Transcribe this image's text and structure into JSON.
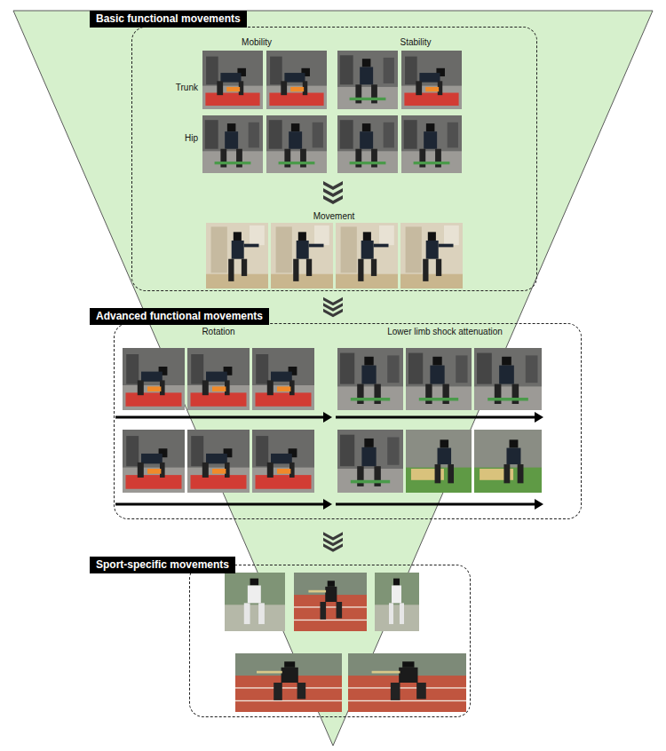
{
  "diagram": {
    "nodes": [
      {
        "text": [
          "Basic functional movements",
          "Mobility",
          "Stability",
          "Trunk",
          "Hip",
          "Movement"
        ]
      },
      {
        "text": [
          "Advanced functional movements",
          "Rotation",
          "Lower limb shock attenuation"
        ]
      },
      {
        "text": [
          "Sport-specific movements"
        ]
      }
    ],
    "edges": [
      {
        "from": 0,
        "to": 1,
        "arrow": "to"
      },
      {
        "from": 1,
        "to": 2,
        "arrow": "to"
      }
    ]
  }
}
